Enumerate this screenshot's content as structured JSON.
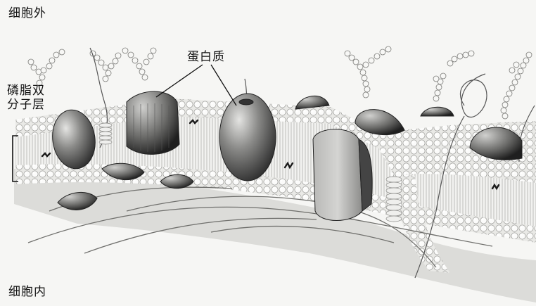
{
  "labels": {
    "outside": "细胞外",
    "inside": "细胞内",
    "bilayer_line1": "磷脂双",
    "bilayer_line2": "分子层",
    "protein": "蛋白质"
  }
}
